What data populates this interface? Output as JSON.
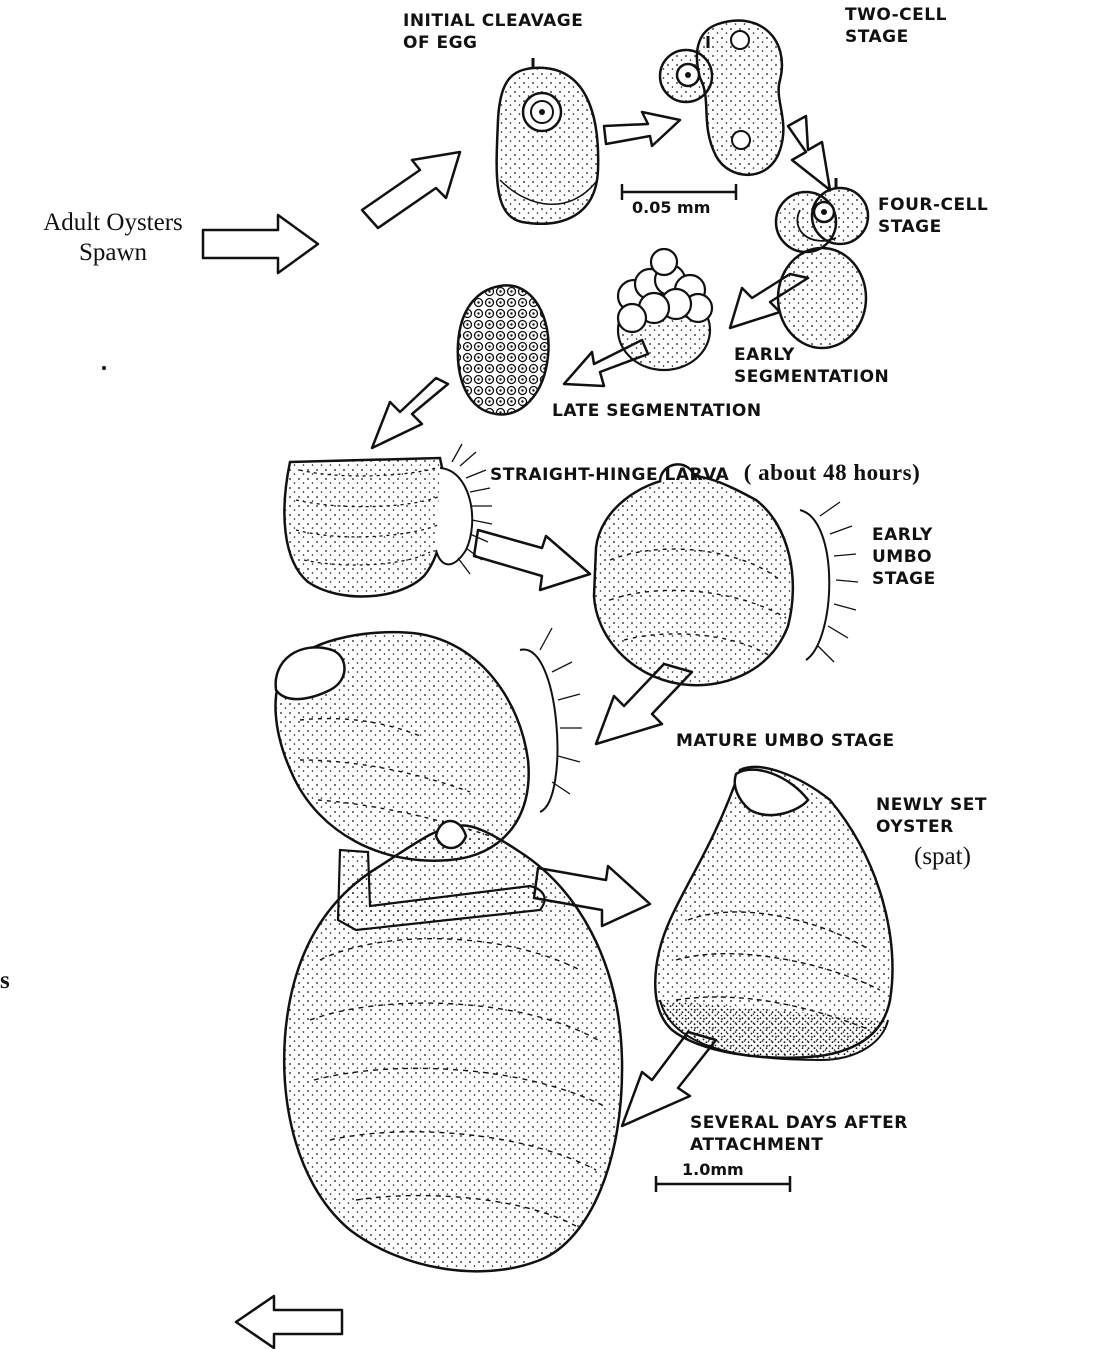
{
  "labels": {
    "adult_line1": "Adult Oysters",
    "adult_line2": "Spawn",
    "cleavage_line1": "INITIAL CLEAVAGE",
    "cleavage_line2": "OF EGG",
    "two_cell_line1": "TWO-CELL",
    "two_cell_line2": "STAGE",
    "four_cell_line1": "FOUR-CELL",
    "four_cell_line2": "STAGE",
    "early_seg_line1": "EARLY",
    "early_seg_line2": "SEGMENTATION",
    "late_seg": "LATE SEGMENTATION",
    "straight_hinge": "STRAIGHT-HINGE LARVA",
    "straight_hinge_time": "( about 48 hours)",
    "early_umbo_line1": "EARLY",
    "early_umbo_line2": "UMBO",
    "early_umbo_line3": "STAGE",
    "mature_umbo": "MATURE UMBO STAGE",
    "newly_set_line1": "NEWLY SET",
    "newly_set_line2": "OYSTER",
    "spat": "(spat)",
    "several_days_line1": "SEVERAL DAYS AFTER",
    "several_days_line2": "ATTACHMENT",
    "margin_fragment": "s"
  },
  "scale_bars": {
    "small": "0.05 mm",
    "large": "1.0mm"
  },
  "colors": {
    "ink": "#111111",
    "paper": "#ffffff"
  }
}
